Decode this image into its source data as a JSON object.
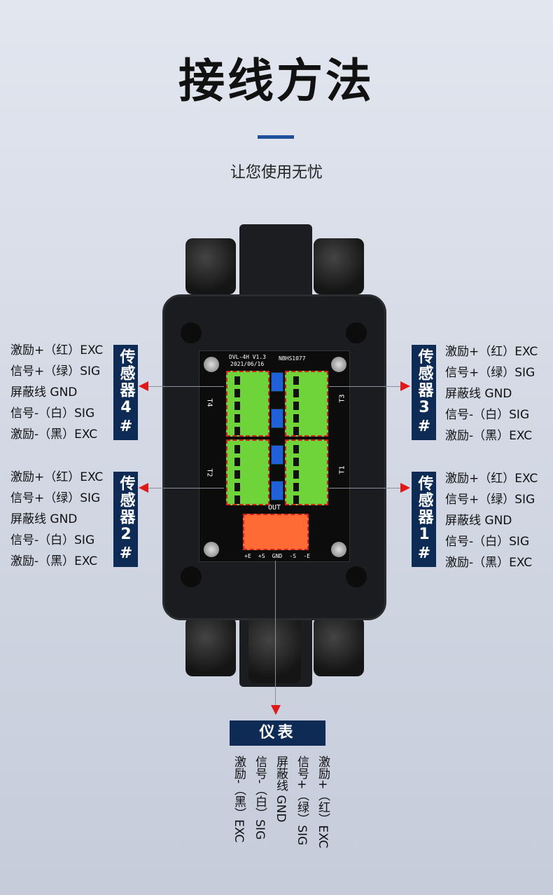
{
  "header": {
    "title": "接线方法",
    "subtitle": "让您使用无忧"
  },
  "wire_labels": [
    "激励+（红）EXC",
    "信号+（绿）SIG",
    "屏蔽线 GND",
    "信号-（白）SIG",
    "激励-（黑）EXC"
  ],
  "sensors": {
    "s4": "传感器4#",
    "s3": "传感器3#",
    "s2": "传感器2#",
    "s1": "传感器1#"
  },
  "meter": {
    "title": "仪表",
    "columns": [
      "激励-（黑）EXC",
      "信号-（白）SIG",
      "屏蔽线 GND",
      "信号+（绿）SIG",
      "激励+（红）EXC"
    ]
  },
  "board": {
    "model": "DVL-4H V1.3",
    "date": "2021/06/16",
    "code": "NBHS1077",
    "out": "OUT",
    "ports": [
      "T4",
      "T3",
      "T2",
      "T1"
    ],
    "out_pins": [
      "+E",
      "+S",
      "GND",
      "-S",
      "-E"
    ]
  },
  "colors": {
    "accent": "#1d4f9a",
    "label_bg": "#0d2b55",
    "arrow": "#e01818"
  }
}
